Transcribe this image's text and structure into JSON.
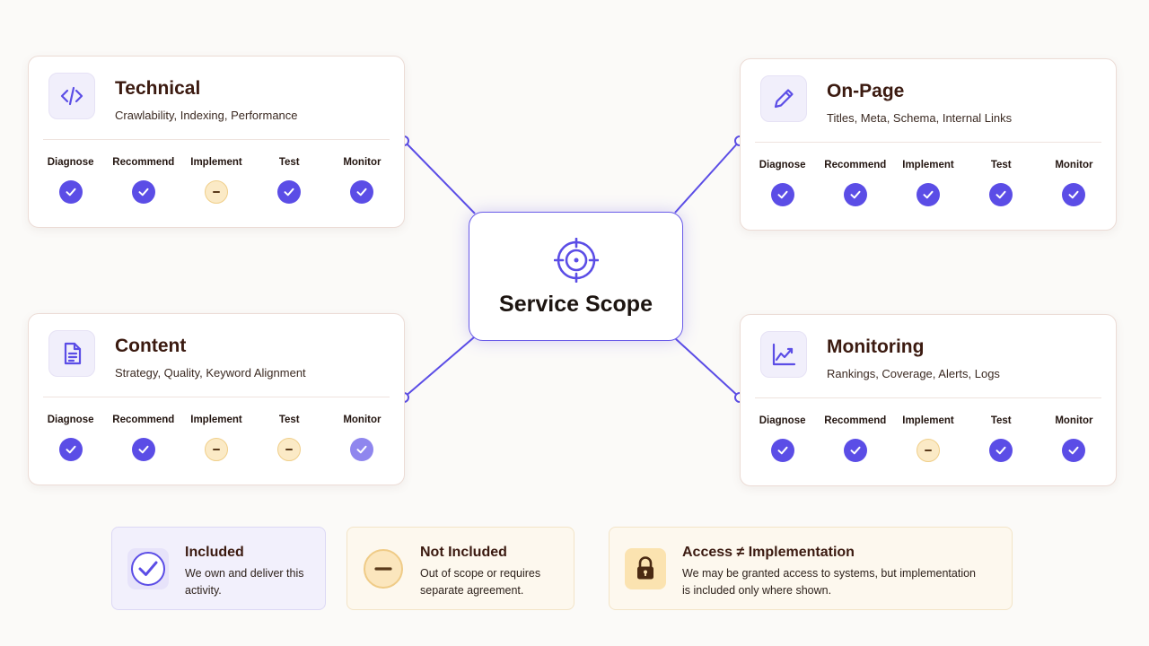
{
  "center": {
    "title": "Service Scope",
    "icon": "target-icon"
  },
  "stage_labels": [
    "Diagnose",
    "Recommend",
    "Implement",
    "Test",
    "Monitor"
  ],
  "cards": [
    {
      "id": "technical",
      "title": "Technical",
      "subtitle": "Crawlability, Indexing, Performance",
      "icon": "code-icon",
      "statuses": [
        "included",
        "included",
        "not-included",
        "included",
        "included"
      ]
    },
    {
      "id": "on-page",
      "title": "On-Page",
      "subtitle": "Titles, Meta, Schema, Internal Links",
      "icon": "pencil-icon",
      "statuses": [
        "included",
        "included",
        "included",
        "included",
        "included"
      ]
    },
    {
      "id": "content",
      "title": "Content",
      "subtitle": "Strategy, Quality, Keyword Alignment",
      "icon": "document-icon",
      "statuses": [
        "included",
        "included",
        "not-included",
        "not-included",
        "partial"
      ]
    },
    {
      "id": "monitoring",
      "title": "Monitoring",
      "subtitle": "Rankings, Coverage, Alerts, Logs",
      "icon": "line-chart-icon",
      "statuses": [
        "included",
        "included",
        "not-included",
        "included",
        "included"
      ]
    }
  ],
  "legend": {
    "included": {
      "title": "Included",
      "line1": "We own and deliver this",
      "line2": "activity."
    },
    "not_included": {
      "title": "Not Included",
      "line1": "Out of scope or requires",
      "line2": "separate agreement."
    },
    "access": {
      "title": "Access ≠ Implementation",
      "line1": "We may be granted access to systems, but implementation",
      "line2": "is included only where shown."
    }
  },
  "colors": {
    "accent": "#5b4de6",
    "included": "#5b4de6",
    "partial": "#8f86ee",
    "not_included_fill": "#fbeac6",
    "not_included_mark": "#5a3a1a",
    "title_text": "#3b1a10",
    "background": "#fbfaf8"
  }
}
